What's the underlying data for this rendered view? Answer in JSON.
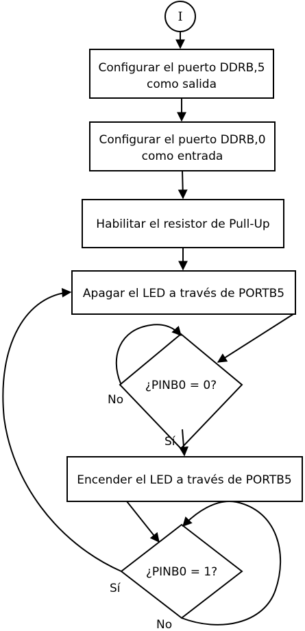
{
  "start": {
    "label": "I"
  },
  "steps": [
    {
      "line1": "Configurar el puerto DDRB,5",
      "line2": "como salida"
    },
    {
      "line1": "Configurar el puerto DDRB,0",
      "line2": "como entrada"
    },
    {
      "line1": "Habilitar el resistor de Pull-Up"
    },
    {
      "line1": "Apagar el LED a través de PORTB5"
    },
    {
      "line1": "Encender el LED a través de PORTB5"
    }
  ],
  "decisions": [
    {
      "question": "¿PINB0 = 0?",
      "no_label": "No",
      "yes_label": "Sí"
    },
    {
      "question": "¿PINB0 = 1?",
      "no_label": "No",
      "yes_label": "Sí"
    }
  ]
}
